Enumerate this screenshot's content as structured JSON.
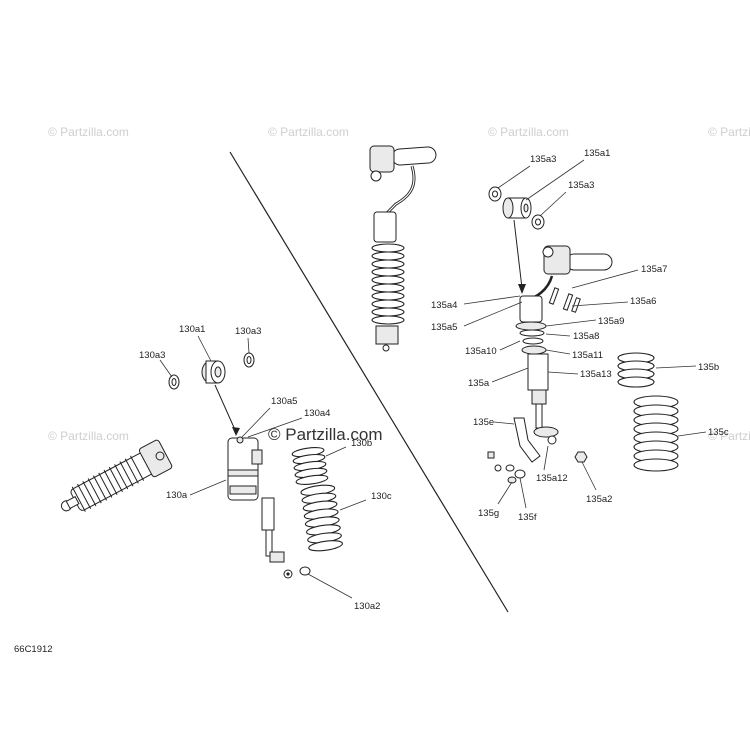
{
  "watermarks": {
    "small": "© Partzilla.com",
    "center": "© Partzilla.com"
  },
  "diagram_code": "66C1912",
  "callouts": {
    "a130a1": "130a1",
    "a130a3_right": "130a3",
    "a130a3_left": "130a3",
    "a130a5": "130a5",
    "a130a4": "130a4",
    "a130b": "130b",
    "a130c": "130c",
    "a130a": "130a",
    "a130a2": "130a2",
    "a135a3_top": "135a3",
    "a135a1": "135a1",
    "a135a3_right": "135a3",
    "a135a7": "135a7",
    "a135a6": "135a6",
    "a135a4": "135a4",
    "a135a5": "135a5",
    "a135a9": "135a9",
    "a135a8": "135a8",
    "a135a10": "135a10",
    "a135a11": "135a11",
    "a135a13": "135a13",
    "a135a": "135a",
    "a135b": "135b",
    "a135c": "135c",
    "a135e": "135e",
    "a135a12": "135a12",
    "a135a2": "135a2",
    "a135g": "135g",
    "a135f": "135f"
  }
}
